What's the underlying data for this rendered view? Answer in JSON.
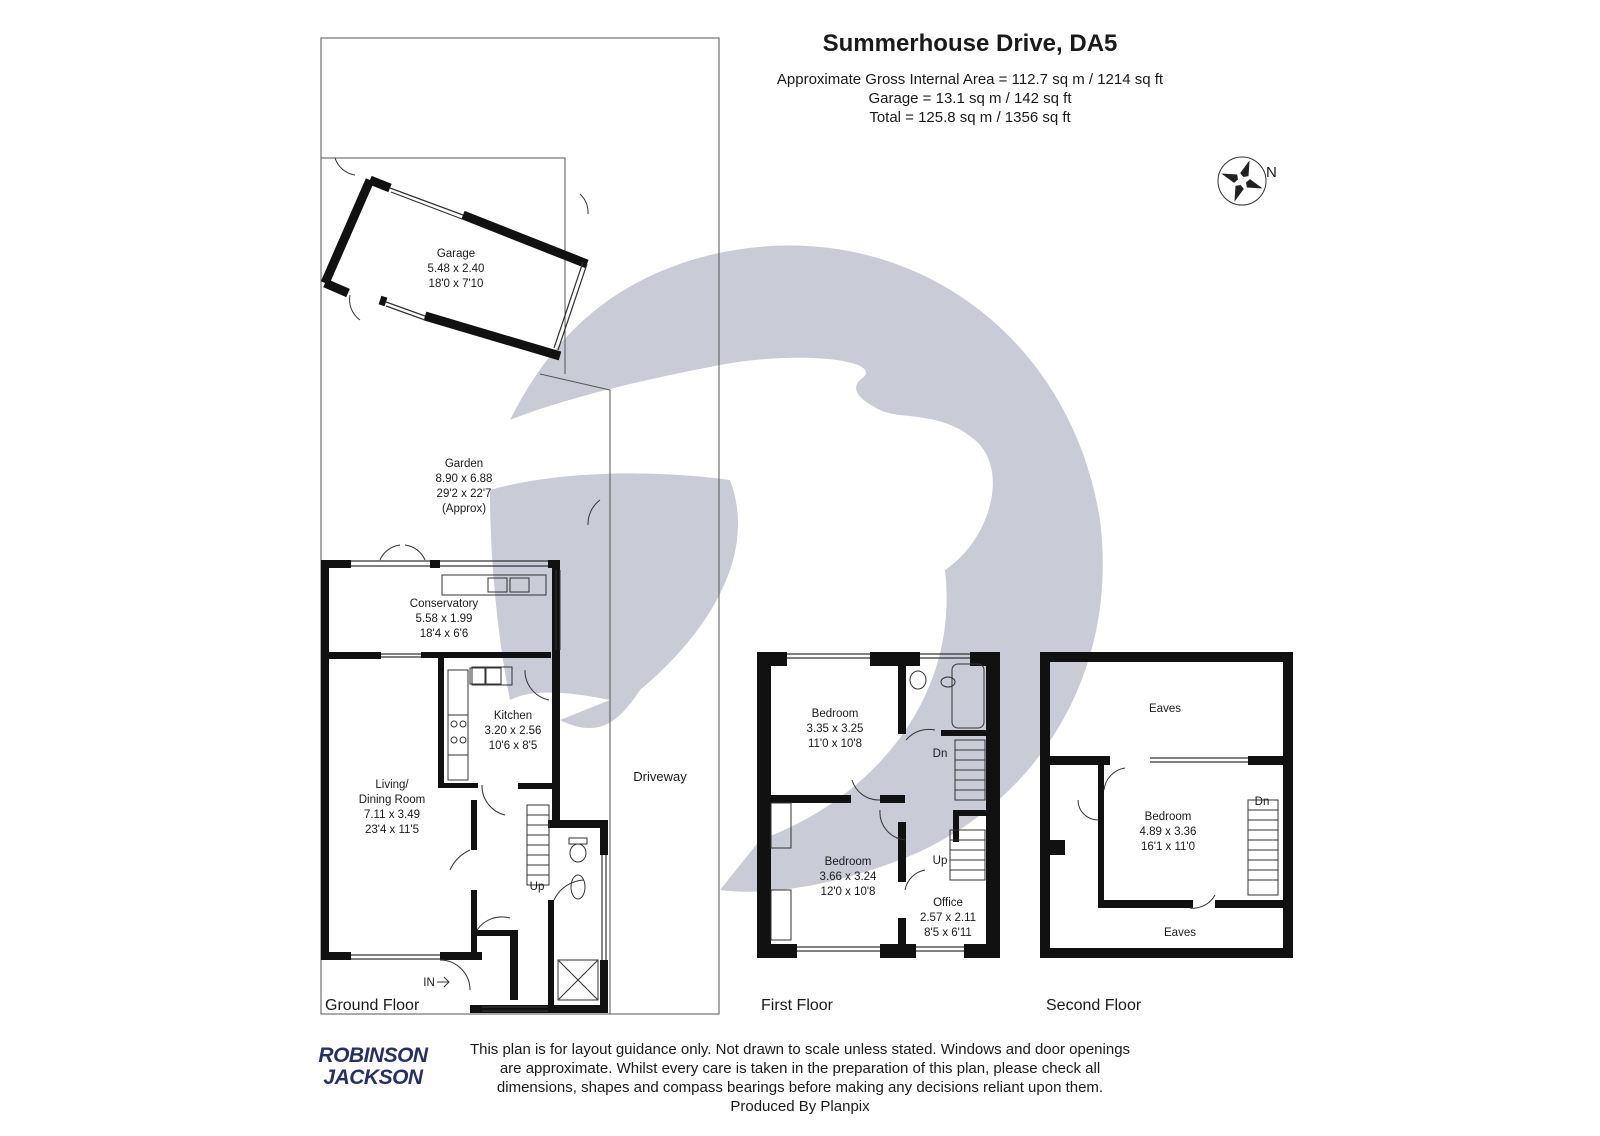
{
  "title": "Summerhouse Drive, DA5",
  "areas": {
    "gross": "Approximate Gross Internal Area = 112.7 sq m / 1214 sq ft",
    "garage": "Garage = 13.1 sq m / 142 sq ft",
    "total": "Total = 125.8 sq m / 1356 sq ft"
  },
  "compass": {
    "label": "N"
  },
  "floors": {
    "ground": "Ground Floor",
    "first": "First Floor",
    "second": "Second Floor"
  },
  "rooms": {
    "garage": {
      "name": "Garage",
      "metric": "5.48 x 2.40",
      "imperial": "18'0 x 7'10"
    },
    "garden": {
      "name": "Garden",
      "metric": "8.90 x 6.88",
      "imperial": "29'2 x 22'7",
      "note": "(Approx)"
    },
    "conservatory": {
      "name": "Conservatory",
      "metric": "5.58 x 1.99",
      "imperial": "18'4 x 6'6"
    },
    "kitchen": {
      "name": "Kitchen",
      "metric": "3.20 x 2.56",
      "imperial": "10'6 x 8'5"
    },
    "living": {
      "name1": "Living/",
      "name2": "Dining Room",
      "metric": "7.11 x 3.49",
      "imperial": "23'4 x 11'5"
    },
    "driveway": {
      "name": "Driveway"
    },
    "bedroom1": {
      "name": "Bedroom",
      "metric": "3.35 x 3.25",
      "imperial": "11'0 x 10'8"
    },
    "bedroom2": {
      "name": "Bedroom",
      "metric": "3.66 x 3.24",
      "imperial": "12'0 x 10'8"
    },
    "office": {
      "name": "Office",
      "metric": "2.57 x 2.11",
      "imperial": "8'5 x 6'11"
    },
    "bedroom3": {
      "name": "Bedroom",
      "metric": "4.89 x 3.36",
      "imperial": "16'1 x 11'0"
    },
    "eaves_top": {
      "name": "Eaves"
    },
    "eaves_bottom": {
      "name": "Eaves"
    }
  },
  "stairs": {
    "up_ground": "Up",
    "dn_first": "Dn",
    "up_first": "Up",
    "dn_second": "Dn"
  },
  "entrance": "IN",
  "logo": {
    "line1": "ROBINSON",
    "line2": "JACKSON"
  },
  "disclaimer": {
    "line1": "This plan is for layout guidance only. Not drawn to scale unless stated. Windows and door openings",
    "line2": "are approximate. Whilst every care is taken in the preparation of this plan, please check all",
    "line3": "dimensions, shapes and compass bearings before making any decisions reliant upon them.",
    "line4": "Produced By Planpix"
  },
  "colors": {
    "wall": "#111111",
    "watermark": "#c9cbd6",
    "logo": "#25306b"
  }
}
